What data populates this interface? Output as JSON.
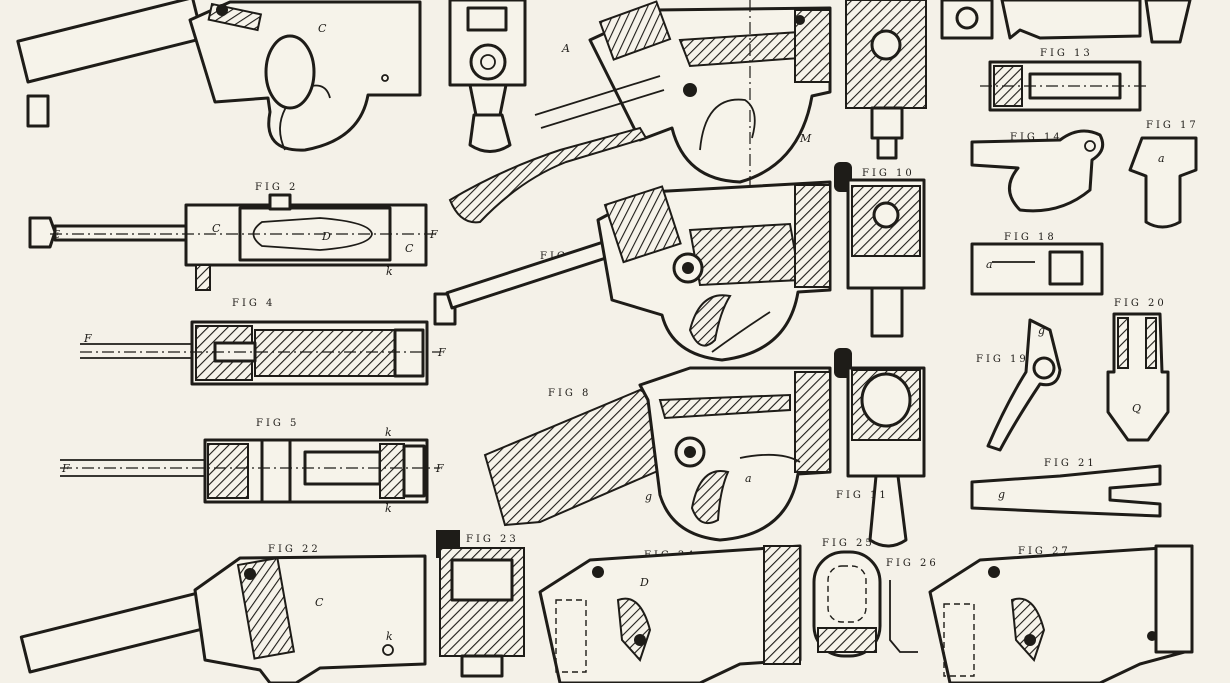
{
  "figures": {
    "fig2": {
      "title": "FIG 2",
      "labels": [
        "E",
        "C",
        "D",
        "C",
        "F",
        "k"
      ]
    },
    "fig4": {
      "title": "FIG 4",
      "labels": [
        "F",
        "F"
      ]
    },
    "fig5": {
      "title": "FIG 5",
      "labels": [
        "F",
        "F",
        "k",
        "k"
      ]
    },
    "fig7": {
      "title": "FIG 7"
    },
    "fig8": {
      "title": "FIG 8",
      "labels": [
        "g",
        "a"
      ]
    },
    "fig10": {
      "title": "FIG 10"
    },
    "fig11": {
      "title": "FIG 11"
    },
    "fig13": {
      "title": "FIG 13"
    },
    "fig14": {
      "title": "FIG 14"
    },
    "fig17": {
      "title": "FIG 17",
      "labels": [
        "a"
      ]
    },
    "fig18": {
      "title": "FIG 18",
      "labels": [
        "a"
      ]
    },
    "fig19": {
      "title": "FIG 19",
      "labels": [
        "g"
      ]
    },
    "fig20": {
      "title": "FIG 20",
      "labels": [
        "Q"
      ]
    },
    "fig21": {
      "title": "FIG 21",
      "labels": [
        "g"
      ]
    },
    "fig22": {
      "title": "FIG 22",
      "labels": [
        "C",
        "k"
      ]
    },
    "fig23": {
      "title": "FIG 23"
    },
    "fig24": {
      "title": "FIG 24",
      "labels": [
        "D"
      ]
    },
    "fig25": {
      "title": "FIG 25"
    },
    "fig26": {
      "title": "FIG 26"
    },
    "fig27": {
      "title": "FIG 27"
    },
    "fig1": {
      "labels": [
        "C"
      ]
    },
    "fig9": {
      "labels": [
        "A",
        "M"
      ]
    }
  }
}
